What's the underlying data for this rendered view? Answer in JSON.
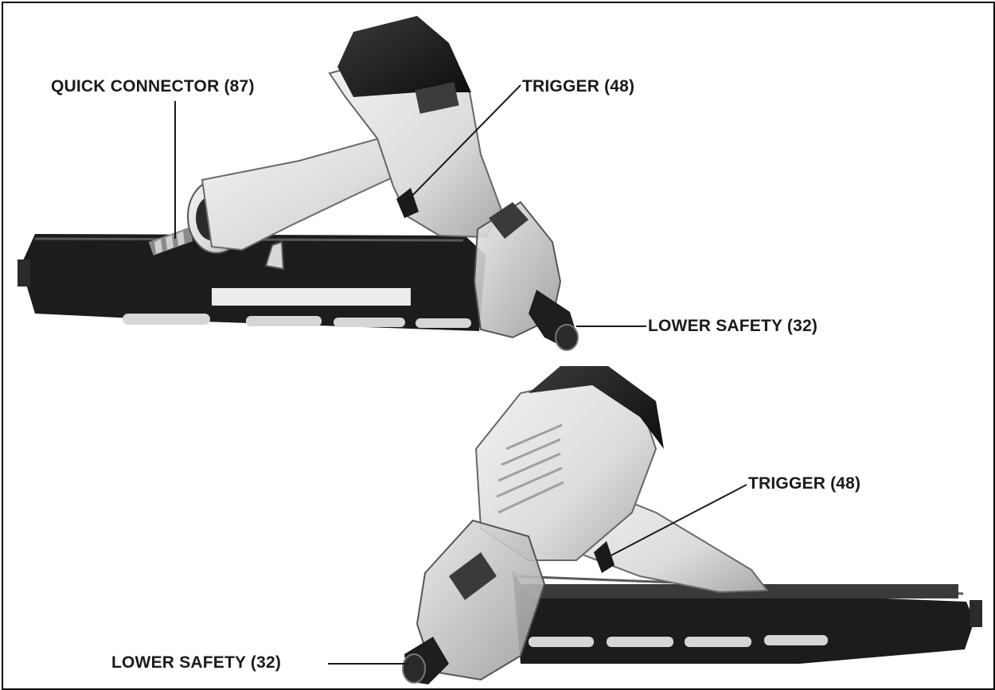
{
  "labels": {
    "quick_connector": "QUICK CONNECTOR (87)",
    "trigger_top": "TRIGGER (48)",
    "lower_safety_top": "LOWER SAFETY (32)",
    "trigger_bottom": "TRIGGER (48)",
    "lower_safety_bottom": "LOWER SAFETY (32)"
  },
  "colors": {
    "ink": "#1a1a1a",
    "metal_dark": "#1c1c1c",
    "housing_light": "#e4e4e4",
    "housing_shadow": "#b9b9b9",
    "guard_clear": "#c9c9c9",
    "background": "#ffffff"
  }
}
